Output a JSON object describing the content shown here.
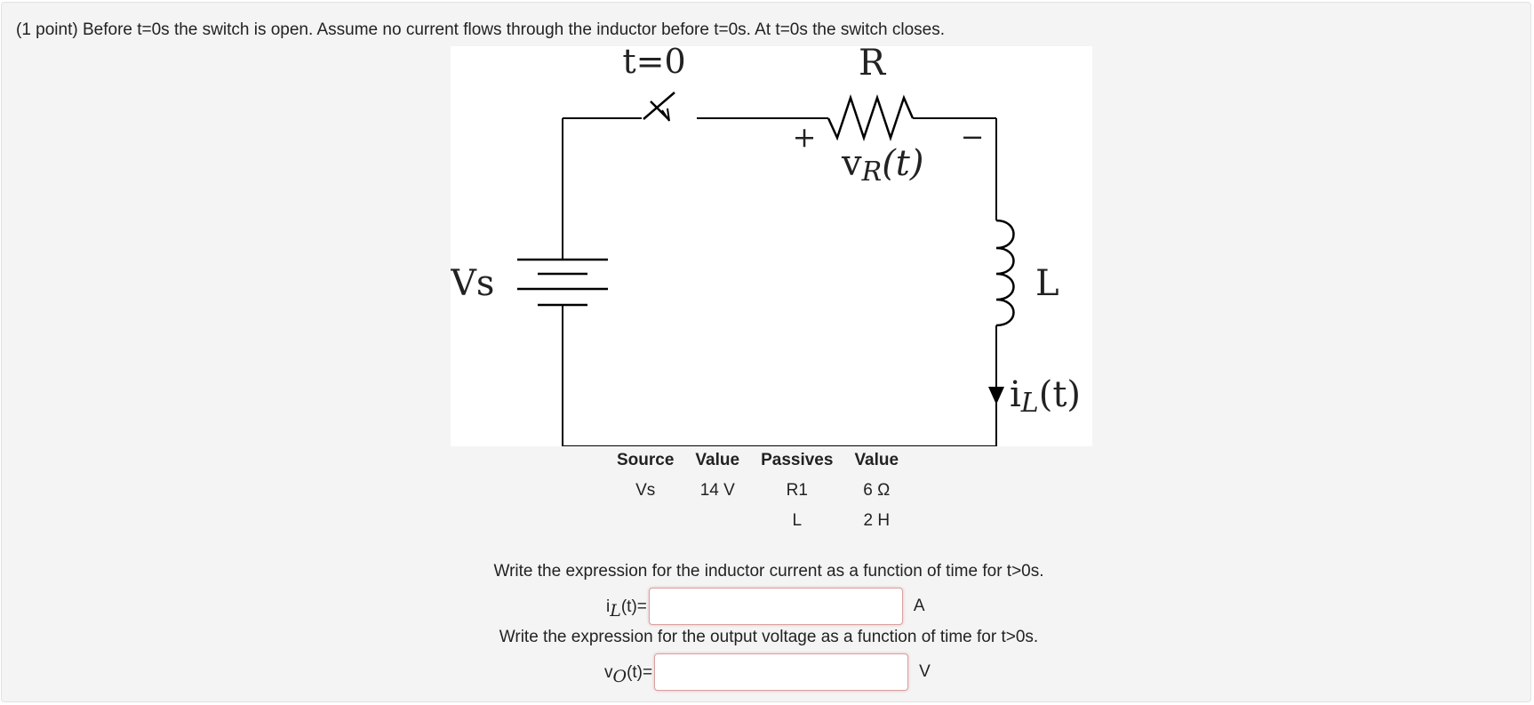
{
  "problem": {
    "intro": "(1 point) Before t=0s the switch is open. Assume no current flows through the inductor before t=0s. At t=0s the switch closes."
  },
  "circuit": {
    "switch_label": "t=0",
    "resistor_label": "R",
    "plus_sign": "+",
    "minus_sign": "−",
    "vr_main": "v",
    "vr_sub": "R",
    "vr_arg": "(t)",
    "source_label": "Vs",
    "inductor_label": "L",
    "il_main": "i",
    "il_sub": "L",
    "il_arg": "(t)"
  },
  "table": {
    "headers": [
      "Source",
      "Value",
      "Passives",
      "Value"
    ],
    "rows": [
      [
        "Vs",
        "14 V",
        "R1",
        "6 Ω"
      ],
      [
        "",
        "",
        "L",
        "2 H"
      ]
    ]
  },
  "questions": [
    {
      "prompt": "Write the expression for the inductor current as a function of time for t>0s.",
      "var_main": "i",
      "var_sub": "L",
      "var_suffix": "(t)=",
      "value": "",
      "unit": "A"
    },
    {
      "prompt": "Write the expression for the output voltage as a function of time for t>0s.",
      "var_main": "v",
      "var_sub": "O",
      "var_suffix": "(t)=",
      "value": "",
      "unit": "V"
    }
  ]
}
